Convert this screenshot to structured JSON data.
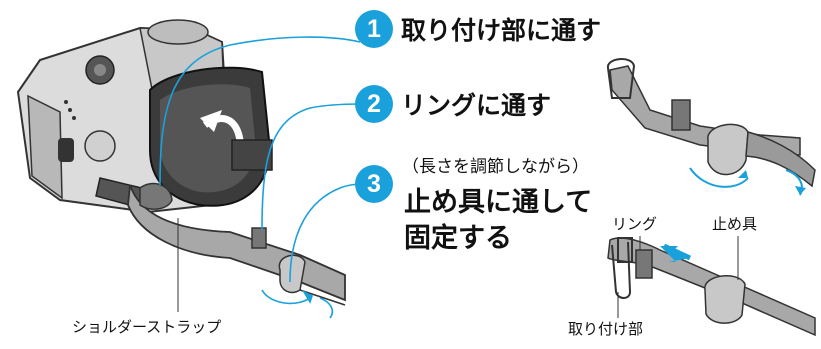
{
  "colors": {
    "accent": "#1aa1dc",
    "camera_body": "#d8d8d8",
    "camera_dark": "#3a3a3a",
    "strap": "#9a9a9a",
    "arrow": "#1aa1dc"
  },
  "steps": [
    {
      "number": "1",
      "text": "取り付け部に通す"
    },
    {
      "number": "2",
      "text": "リングに通す"
    },
    {
      "number": "3",
      "note": "（長さを調節しながら）",
      "line1": "止め具に通して",
      "line2": "固定する"
    }
  ],
  "labels": {
    "shoulder_strap": "ショルダーストラップ",
    "ring": "リング",
    "stopper": "止め具",
    "attachment": "取り付け部"
  }
}
